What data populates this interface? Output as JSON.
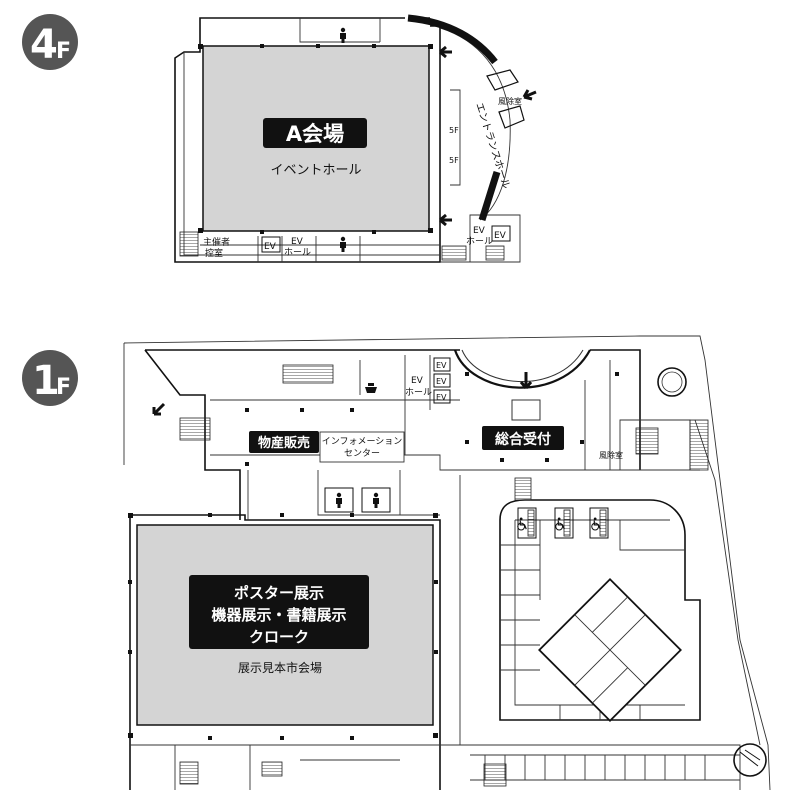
{
  "floors": {
    "f4": {
      "badge": {
        "number": "4",
        "letter": "F"
      },
      "hall": {
        "title": "A会場",
        "subtitle": "イベントホール"
      },
      "labels": {
        "entrance_hall": "エントランスホール",
        "windbreak": "風除室",
        "five_f_1": "5F",
        "five_f_2": "5F",
        "ev_small_1": "EV",
        "ev_hall_ev": "EV",
        "ev_hall_label": "ホール",
        "right_ev_hall_ev": "EV",
        "right_ev_hall_label": "ホール",
        "right_ev": "EV",
        "organizer_line1": "主催者",
        "organizer_line2": "控室"
      }
    },
    "f1": {
      "badge": {
        "number": "1",
        "letter": "F"
      },
      "labels": {
        "goods_sale": "物産販売",
        "info_line1": "インフォメーション",
        "info_line2": "センター",
        "reception": "総合受付",
        "ev": "EV",
        "ev_hall": "ホール",
        "ev_box_1": "EV",
        "ev_box_2": "EV",
        "ev_box_3": "EV",
        "windbreak": "風除室"
      },
      "hall": {
        "title_lines": [
          "ポスター展示",
          "機器展示・書籍展示",
          "クローク"
        ],
        "subtitle": "展示見本市会場"
      }
    }
  },
  "icons": [
    "restroom-icon",
    "accessible-parking-icon",
    "arrow-icon",
    "phone-icon"
  ],
  "colors": {
    "badge": "#555555",
    "hall_fill": "#d4d4d4",
    "label_bg": "#111111"
  }
}
